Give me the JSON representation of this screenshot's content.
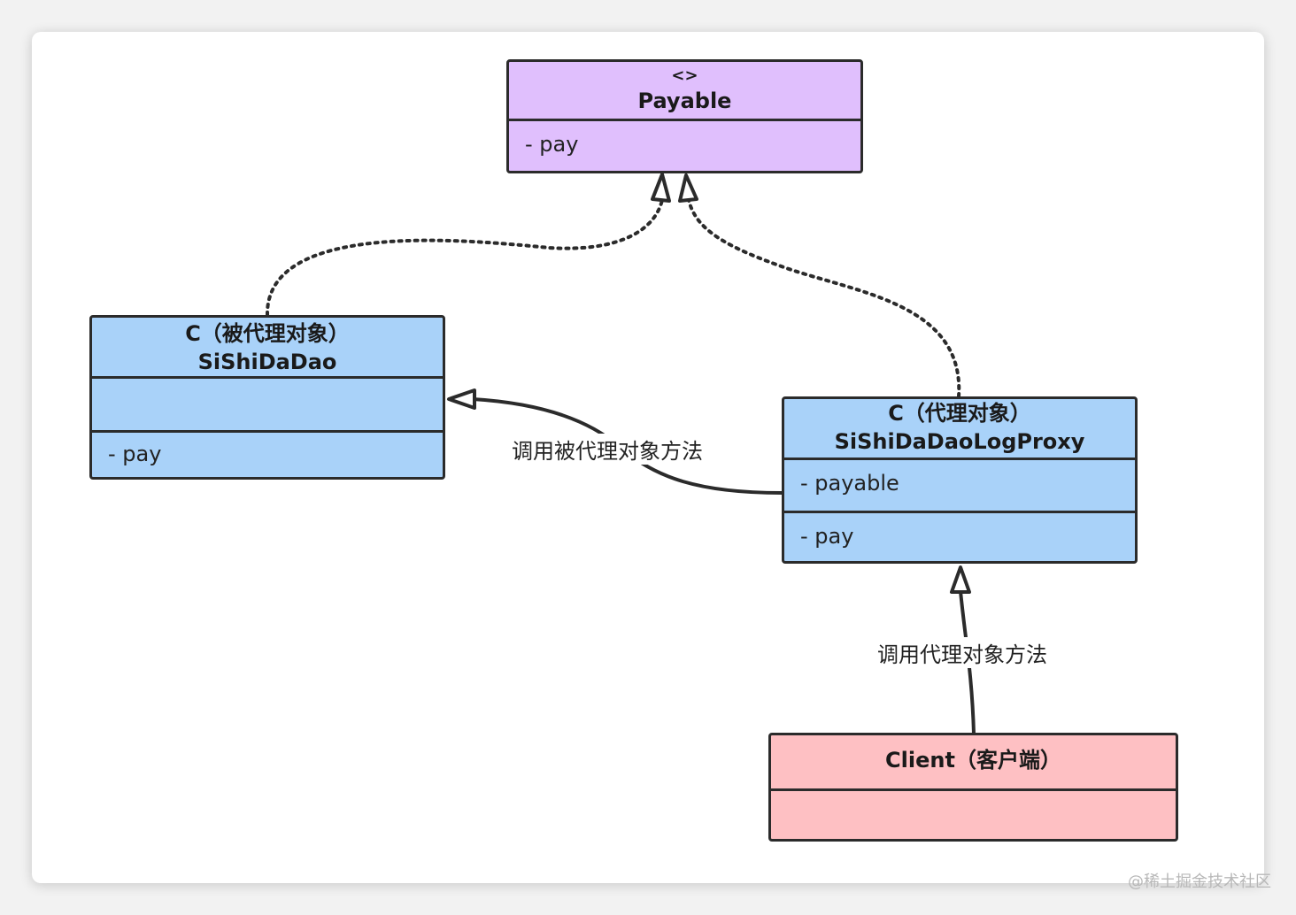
{
  "accent": {
    "interface_fill": "#e0bffd",
    "class_fill": "#a9d2f9",
    "client_fill": "#fec0c3",
    "stroke": "#2b2b2b"
  },
  "interface": {
    "stereotype": "<>",
    "name": "Payable",
    "method": "- pay"
  },
  "real_subject": {
    "title": "C（被代理对象）",
    "name": "SiShiDaDao",
    "method": "- pay"
  },
  "proxy": {
    "title": "C（代理对象）",
    "name": "SiShiDaDaoLogProxy",
    "field": "- payable",
    "method": "- pay"
  },
  "client": {
    "title": "Client（客户端）"
  },
  "edges": {
    "proxy_to_real_label": "调用被代理对象方法",
    "client_to_proxy_label": "调用代理对象方法"
  },
  "watermark": "@稀土掘金技术社区"
}
